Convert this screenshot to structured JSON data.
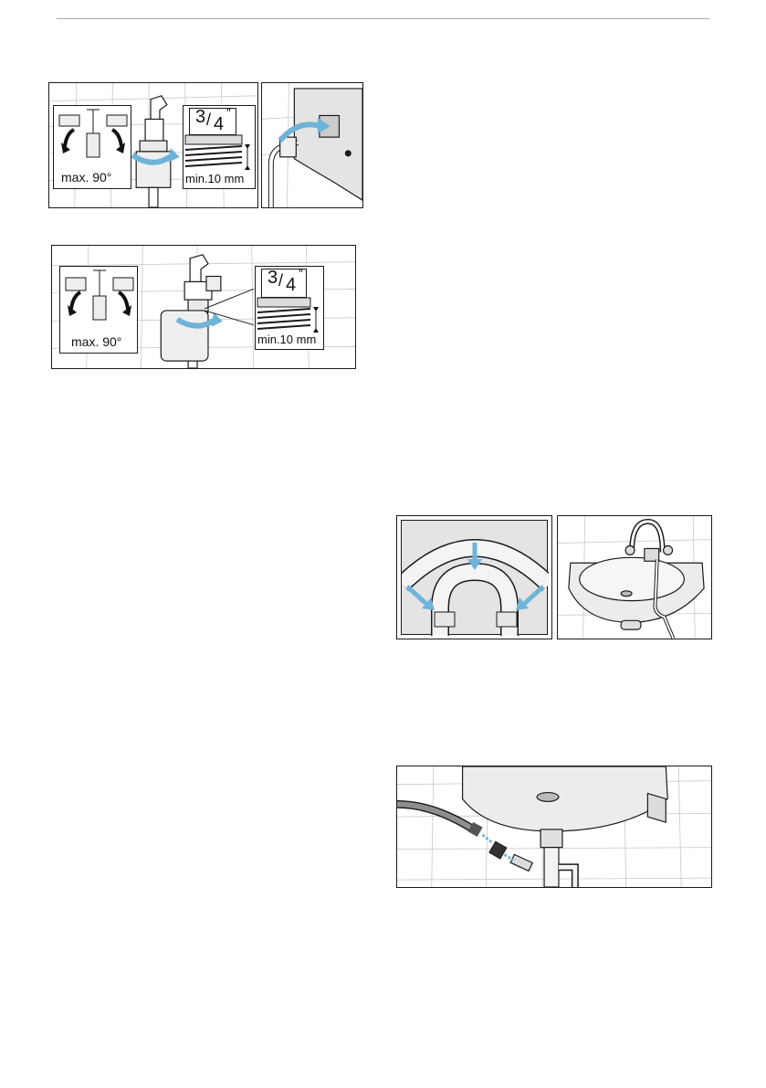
{
  "figures": {
    "fig1": {
      "inlet_valve": {
        "max_angle_label": "max. 90°",
        "thread_size_label": "3/4\"",
        "thread_fraction_numerator": "3",
        "thread_fraction_denominator": "4",
        "thread_fraction_inch_mark": "″",
        "min_length_label": "min.10 mm"
      }
    },
    "fig2": {
      "inlet_valve_aquastop": {
        "max_angle_label": "max. 90°",
        "thread_fraction_numerator": "3",
        "thread_fraction_denominator": "4",
        "thread_fraction_inch_mark": "″",
        "min_length_label": "min.10 mm"
      }
    }
  },
  "colors": {
    "arrow_blue": "#6fb3d9",
    "line": "#1a1a1a",
    "tile": "#bfbfbf",
    "gray_fill": "#d8d8d8"
  }
}
